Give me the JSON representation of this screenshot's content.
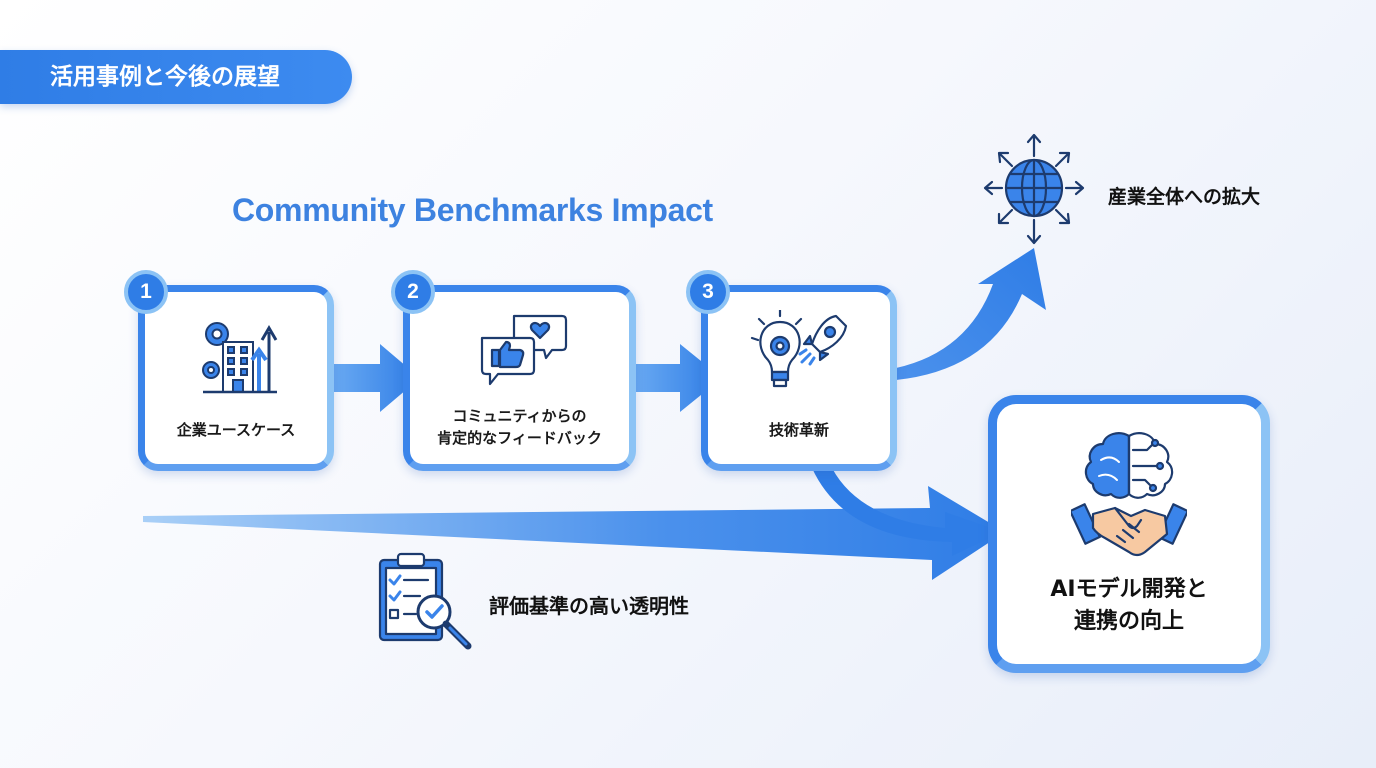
{
  "header": {
    "section_title": "活用事例と今後の展望"
  },
  "title": "Community Benchmarks Impact",
  "steps": [
    {
      "number": "1",
      "label": "企業ユースケース",
      "icon": "enterprise-growth-icon"
    },
    {
      "number": "2",
      "label_line1": "コミュニティからの",
      "label_line2": "肯定的なフィードバック",
      "icon": "feedback-chat-icon"
    },
    {
      "number": "3",
      "label": "技術革新",
      "icon": "innovation-idea-icon"
    }
  ],
  "expansion": {
    "label": "産業全体への拡大",
    "icon": "global-expansion-icon"
  },
  "transparency": {
    "label": "評価基準の高い透明性",
    "icon": "clipboard-checklist-icon"
  },
  "outcome": {
    "line1": "AIモデル開発と",
    "line2": "連携の向上",
    "icon": "ai-partnership-icon"
  },
  "colors": {
    "primary": "#2f7de6",
    "light": "#8cc3f5",
    "title": "#3d82e0"
  }
}
